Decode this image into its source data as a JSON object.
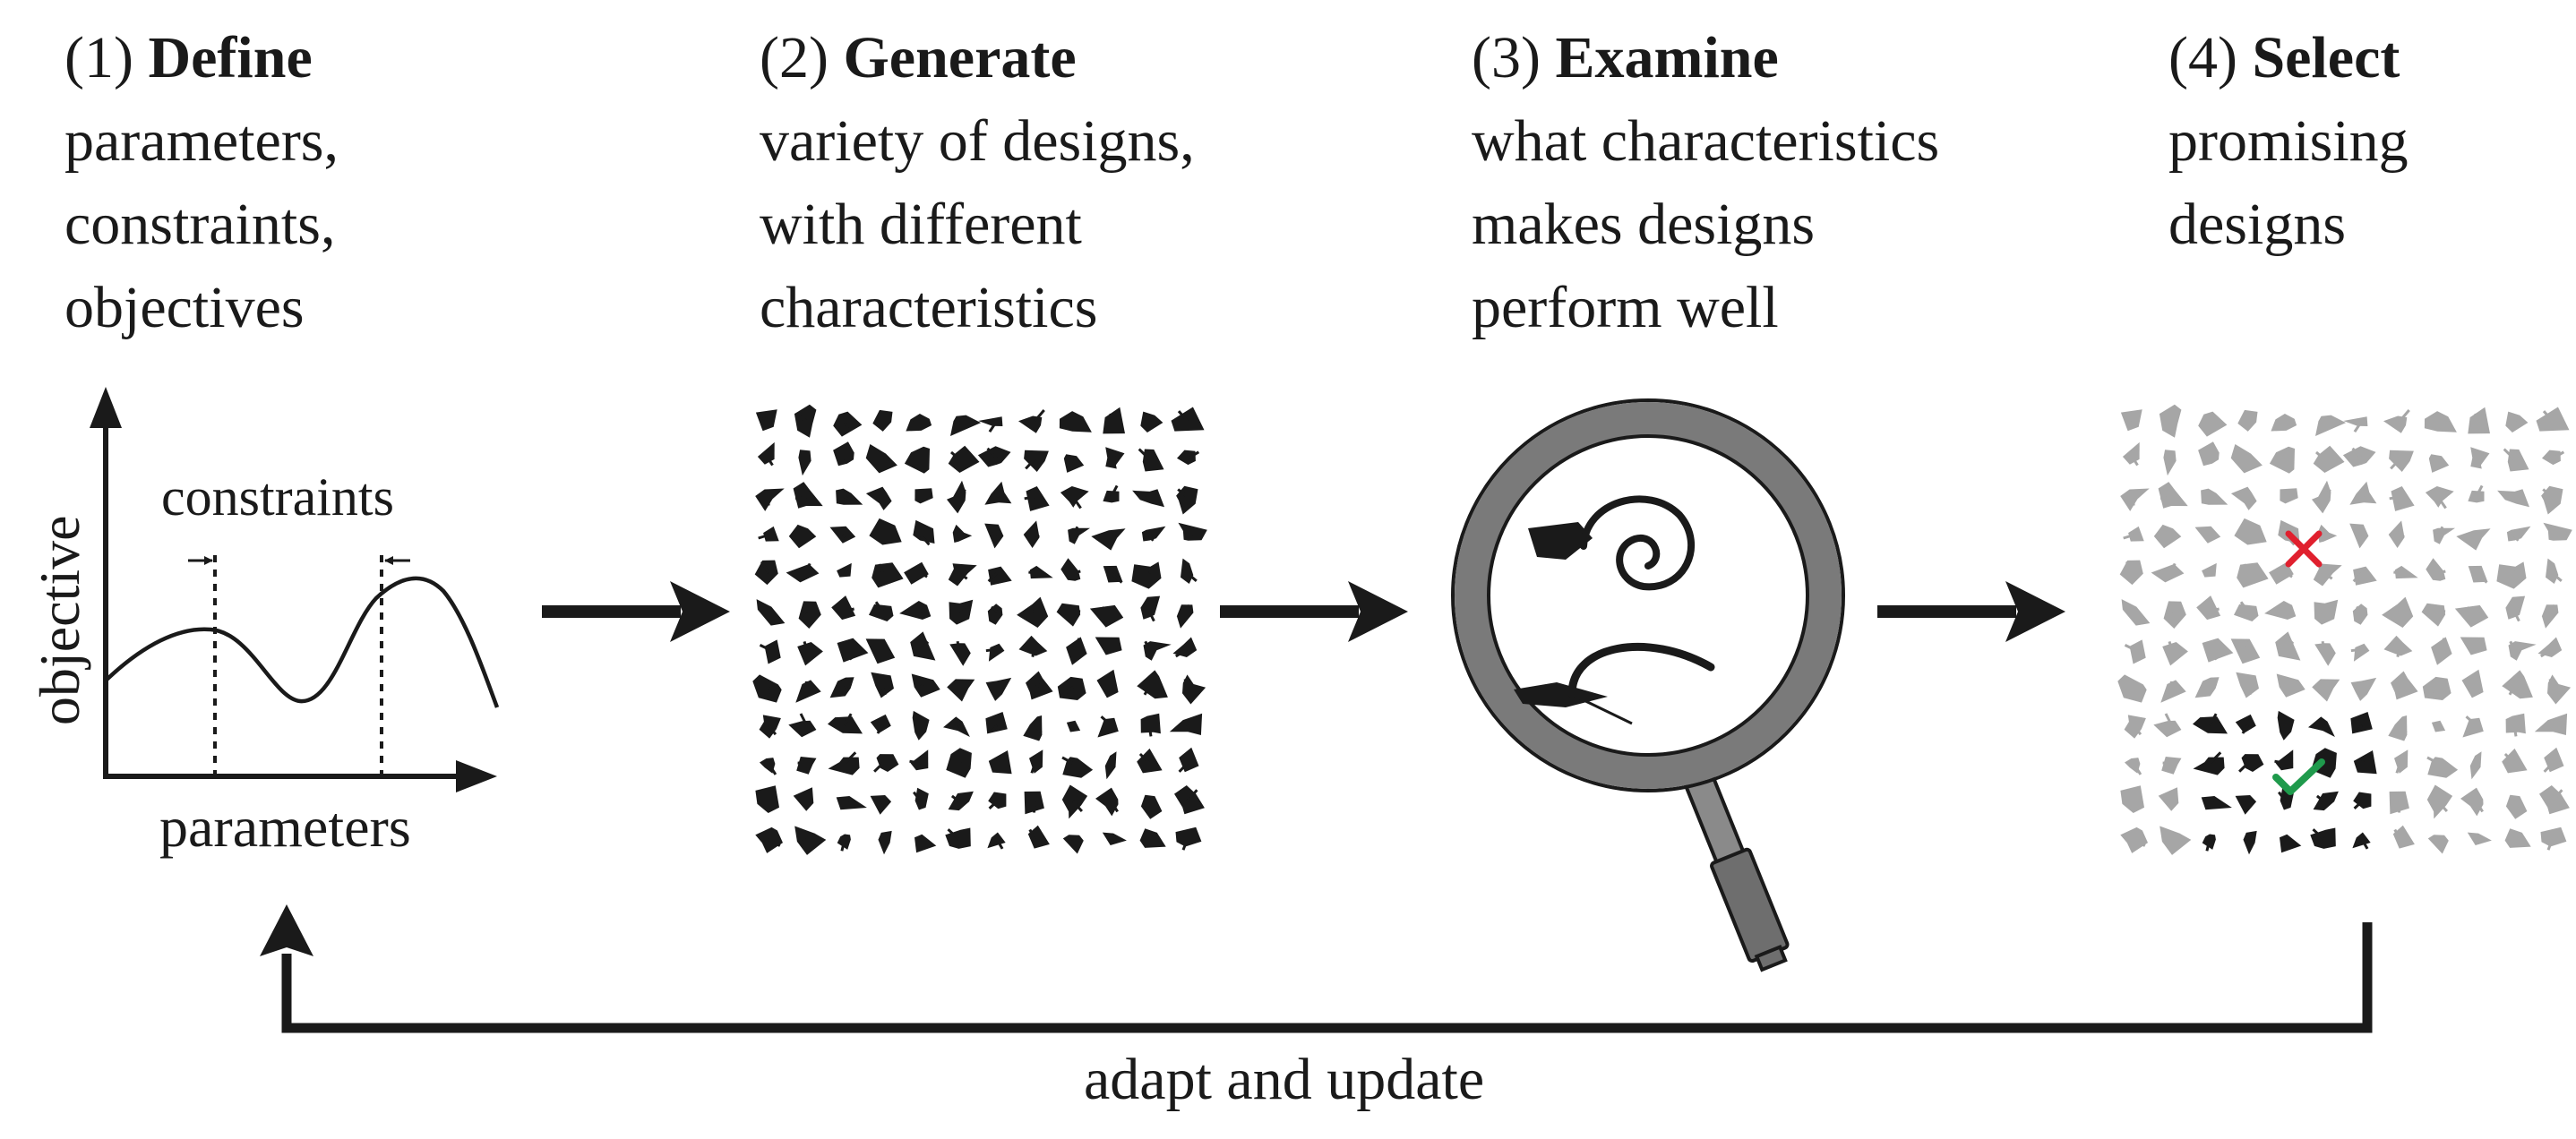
{
  "steps": [
    {
      "number": "(1)",
      "title": "Define",
      "lines": [
        "parameters,",
        "constraints,",
        "objectives"
      ]
    },
    {
      "number": "(2)",
      "title": "Generate",
      "lines": [
        "variety of designs,",
        "with different",
        "characteristics"
      ]
    },
    {
      "number": "(3)",
      "title": "Examine",
      "lines": [
        "what characteristics",
        "makes designs",
        "perform well"
      ]
    },
    {
      "number": "(4)",
      "title": "Select",
      "lines": [
        "promising",
        "designs"
      ]
    }
  ],
  "plot": {
    "y_label": "objective",
    "x_label": "parameters",
    "constraints_label": "constraints"
  },
  "loop_label": "adapt and update",
  "colors": {
    "ink": "#1a1a1a",
    "faded_design": "#a6a6a6",
    "lens_ring": "#7a7a7a",
    "reject_mark": "#e0202e",
    "accept_mark": "#1f9a4c"
  },
  "icons": {
    "reject": "x-mark-icon",
    "accept": "checkmark-icon",
    "examine": "magnifying-glass-icon"
  }
}
